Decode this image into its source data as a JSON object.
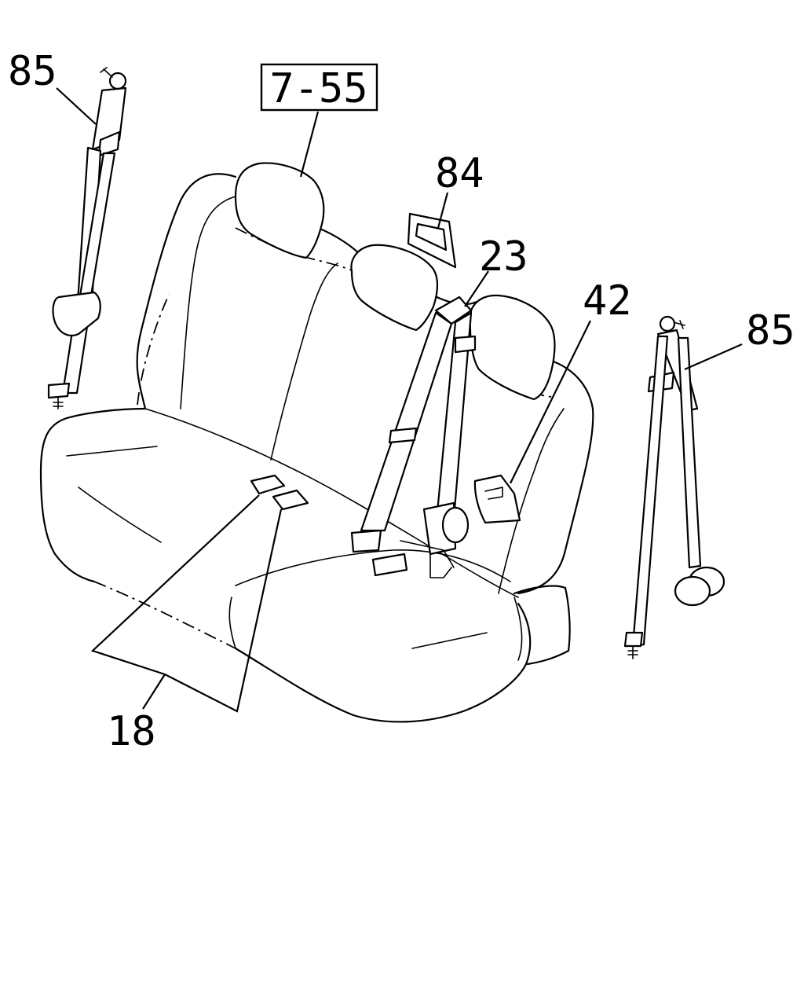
{
  "callouts": {
    "ref_box": "7-55",
    "belt_left": "85",
    "belt_right": "85",
    "part_84": "84",
    "part_23": "23",
    "part_42": "42",
    "part_18": "18"
  }
}
